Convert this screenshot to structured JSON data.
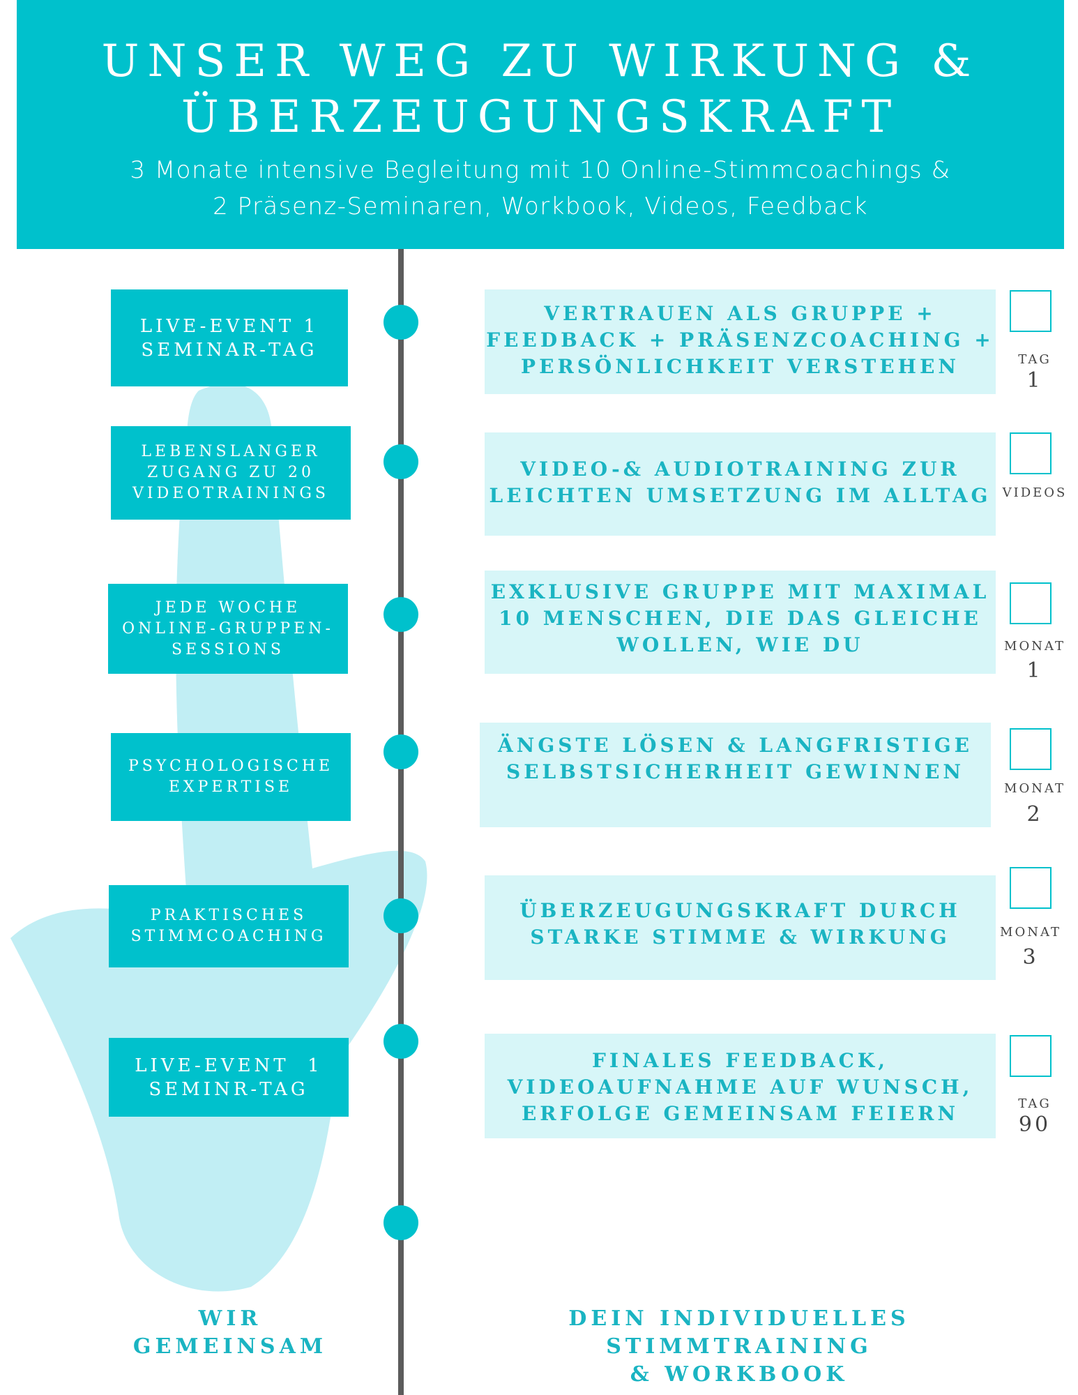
{
  "header": {
    "title_line1": "UNSER WEG ZU WIRKUNG &",
    "title_line2": "ÜBERZEUGUNGSKRAFT",
    "subtitle_line1": "3 Monate intensive Begleitung mit 10 Online-Stimmcoachings &",
    "subtitle_line2": "2 Präsenz-Seminaren, Workbook, Videos, Feedback"
  },
  "left_items": [
    {
      "line1": "LIVE-EVENT 1",
      "line2": "SEMINAR-TAG",
      "line3": ""
    },
    {
      "line1": "LEBENSLANGER",
      "line2": "ZUGANG ZU 20",
      "line3": "VIDEOTRAININGS"
    },
    {
      "line1": "JEDE WOCHE",
      "line2": "ONLINE-GRUPPEN-",
      "line3": "SESSIONS"
    },
    {
      "line1": "PSYCHOLOGISCHE",
      "line2": "EXPERTISE",
      "line3": ""
    },
    {
      "line1": "PRAKTISCHES",
      "line2": "STIMMCOACHING",
      "line3": ""
    },
    {
      "line1": "LIVE-EVENT  1",
      "line2": "SEMINR-TAG",
      "line3": ""
    }
  ],
  "right_items": [
    {
      "line1": "VERTRAUEN ALS GRUPPE +",
      "line2": "FEEDBACK + PRÄSENZCOACHING +",
      "line3": "PERSÖNLICHKEIT VERSTEHEN"
    },
    {
      "line1": "VIDEO-& AUDIOTRAINING ZUR",
      "line2": "LEICHTEN UMSETZUNG IM ALLTAG",
      "line3": ""
    },
    {
      "line1": "EXKLUSIVE GRUPPE MIT MAXIMAL",
      "line2": "10 MENSCHEN, DIE DAS GLEICHE",
      "line3": "WOLLEN, WIE DU"
    },
    {
      "line1": "ÄNGSTE LÖSEN & LANGFRISTIGE",
      "line2": "SELBSTSICHERHEIT GEWINNEN",
      "line3": ""
    },
    {
      "line1": "ÜBERZEUGUNGSKRAFT DURCH",
      "line2": "STARKE STIMME & WIRKUNG",
      "line3": ""
    },
    {
      "line1": "FINALES FEEDBACK,",
      "line2": "VIDEOAUFNAHME AUF WUNSCH,",
      "line3": "ERFOLGE GEMEINSAM FEIERN"
    }
  ],
  "schedule": [
    {
      "label": "TAG",
      "number": "1"
    },
    {
      "label": "VIDEOS",
      "number": ""
    },
    {
      "label": "MONAT",
      "number": "1"
    },
    {
      "label": "MONAT",
      "number": "2"
    },
    {
      "label": "MONAT",
      "number": "3"
    },
    {
      "label": "TAG",
      "number": "90"
    }
  ],
  "footer": {
    "left_line1": "WIR",
    "left_line2": "GEMEINSAM",
    "right_line1": "DEIN INDIVIDUELLES STIMMTRAINING",
    "right_line2": "& WORKBOOK"
  },
  "colors": {
    "teal": "#00c1cc",
    "light_teal": "#d7f6f8",
    "text_teal": "#1ab4c2",
    "line_gray": "#5c5c5c"
  }
}
